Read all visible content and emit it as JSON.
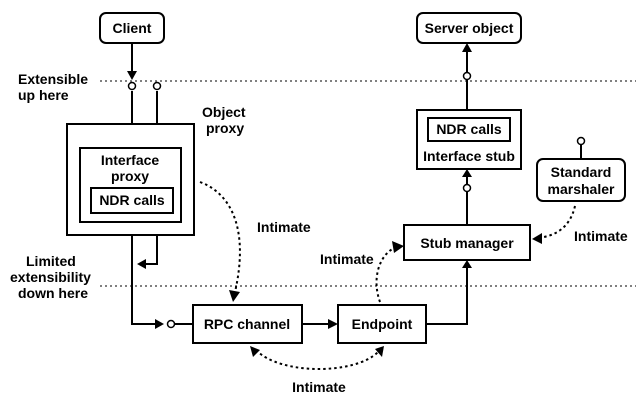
{
  "labels": {
    "client": "Client",
    "server_object": "Server object",
    "extensible_up_here_1": "Extensible",
    "extensible_up_here_2": "up here",
    "limited_extensibility_1": "Limited",
    "limited_extensibility_2": "extensibility",
    "limited_extensibility_3": "down here",
    "object_proxy_1": "Object",
    "object_proxy_2": "proxy",
    "interface_proxy_1": "Interface",
    "interface_proxy_2": "proxy",
    "ndr_calls_proxy": "NDR calls",
    "ndr_calls_stub": "NDR calls",
    "interface_stub": "Interface stub",
    "standard_marshaler_1": "Standard",
    "standard_marshaler_2": "marshaler",
    "stub_manager": "Stub manager",
    "rpc_channel": "RPC channel",
    "endpoint": "Endpoint",
    "intimate_proxy_channel": "Intimate",
    "intimate_endpoint_stub": "Intimate",
    "intimate_marshaler": "Intimate",
    "intimate_channel_endpoint": "Intimate"
  }
}
